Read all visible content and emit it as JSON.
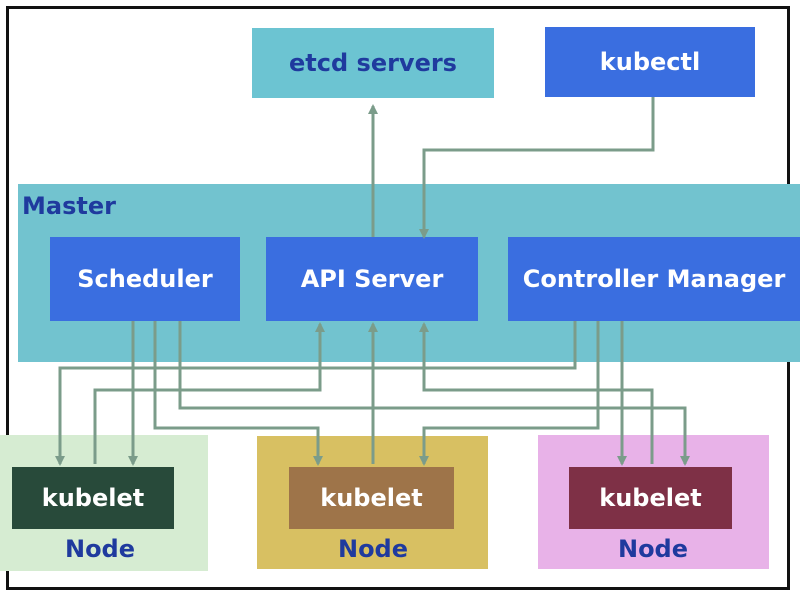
{
  "colors": {
    "etcd_bg": "#6cc4d2",
    "blue_box": "#3a6ee0",
    "master_bg": "#72c3cf",
    "master_label": "#1f3a9e",
    "arrow": "#7b9c8a",
    "node1_bg": "#d6ecd2",
    "node1_kubelet": "#284a3a",
    "node2_bg": "#d8c062",
    "node2_kubelet": "#9e7449",
    "node3_bg": "#e8b2e8",
    "node3_kubelet": "#7e3046",
    "node_label": "#1f3a9e"
  },
  "diagram": {
    "etcd": "etcd servers",
    "kubectl": "kubectl",
    "master": {
      "label": "Master",
      "scheduler": "Scheduler",
      "api_server": "API Server",
      "controller_manager": "Controller Manager"
    },
    "nodes": [
      {
        "kubelet": "kubelet",
        "label": "Node"
      },
      {
        "kubelet": "kubelet",
        "label": "Node"
      },
      {
        "kubelet": "kubelet",
        "label": "Node"
      }
    ]
  }
}
